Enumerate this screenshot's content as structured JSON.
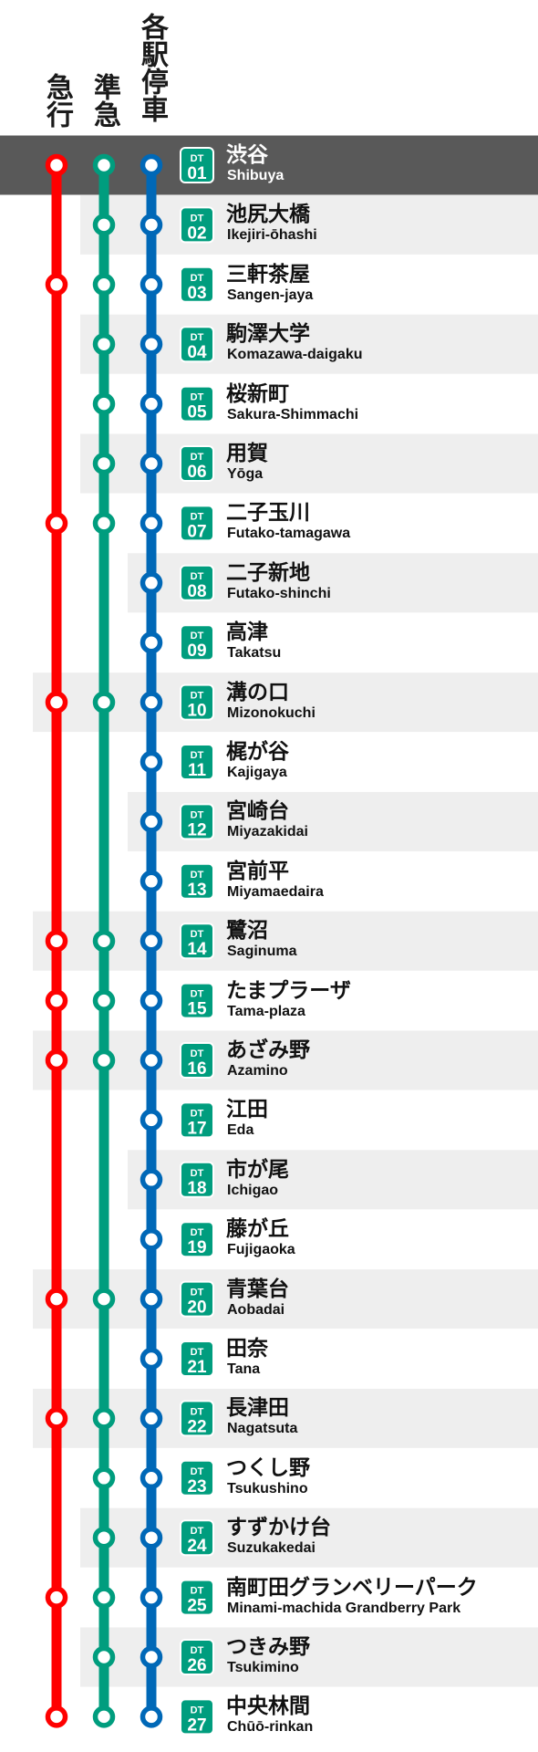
{
  "service_types": [
    {
      "label": "急行",
      "color": "#ff0000"
    },
    {
      "label": "準急",
      "color": "#009d7e"
    },
    {
      "label": "各駅停車",
      "color": "#0068b7"
    }
  ],
  "line_prefix": "DT",
  "stations": [
    {
      "code": "01",
      "ja": "渋谷",
      "en": "Shibuya",
      "stops": [
        true,
        true,
        true
      ]
    },
    {
      "code": "02",
      "ja": "池尻大橋",
      "en": "Ikejiri-ōhashi",
      "stops": [
        false,
        true,
        true
      ]
    },
    {
      "code": "03",
      "ja": "三軒茶屋",
      "en": "Sangen-jaya",
      "stops": [
        true,
        true,
        true
      ]
    },
    {
      "code": "04",
      "ja": "駒澤大学",
      "en": "Komazawa-daigaku",
      "stops": [
        false,
        true,
        true
      ]
    },
    {
      "code": "05",
      "ja": "桜新町",
      "en": "Sakura-Shimmachi",
      "stops": [
        false,
        true,
        true
      ]
    },
    {
      "code": "06",
      "ja": "用賀",
      "en": "Yōga",
      "stops": [
        false,
        true,
        true
      ]
    },
    {
      "code": "07",
      "ja": "二子玉川",
      "en": "Futako-tamagawa",
      "stops": [
        true,
        true,
        true
      ]
    },
    {
      "code": "08",
      "ja": "二子新地",
      "en": "Futako-shinchi",
      "stops": [
        false,
        false,
        true
      ]
    },
    {
      "code": "09",
      "ja": "高津",
      "en": "Takatsu",
      "stops": [
        false,
        false,
        true
      ]
    },
    {
      "code": "10",
      "ja": "溝の口",
      "en": "Mizonokuchi",
      "stops": [
        true,
        true,
        true
      ]
    },
    {
      "code": "11",
      "ja": "梶が谷",
      "en": "Kajigaya",
      "stops": [
        false,
        false,
        true
      ]
    },
    {
      "code": "12",
      "ja": "宮崎台",
      "en": "Miyazakidai",
      "stops": [
        false,
        false,
        true
      ]
    },
    {
      "code": "13",
      "ja": "宮前平",
      "en": "Miyamaedaira",
      "stops": [
        false,
        false,
        true
      ]
    },
    {
      "code": "14",
      "ja": "鷺沼",
      "en": "Saginuma",
      "stops": [
        true,
        true,
        true
      ]
    },
    {
      "code": "15",
      "ja": "たまプラーザ",
      "en": "Tama-plaza",
      "stops": [
        true,
        true,
        true
      ]
    },
    {
      "code": "16",
      "ja": "あざみ野",
      "en": "Azamino",
      "stops": [
        true,
        true,
        true
      ]
    },
    {
      "code": "17",
      "ja": "江田",
      "en": "Eda",
      "stops": [
        false,
        false,
        true
      ]
    },
    {
      "code": "18",
      "ja": "市が尾",
      "en": "Ichigao",
      "stops": [
        false,
        false,
        true
      ]
    },
    {
      "code": "19",
      "ja": "藤が丘",
      "en": "Fujigaoka",
      "stops": [
        false,
        false,
        true
      ]
    },
    {
      "code": "20",
      "ja": "青葉台",
      "en": "Aobadai",
      "stops": [
        true,
        true,
        true
      ]
    },
    {
      "code": "21",
      "ja": "田奈",
      "en": "Tana",
      "stops": [
        false,
        false,
        true
      ]
    },
    {
      "code": "22",
      "ja": "長津田",
      "en": "Nagatsuta",
      "stops": [
        true,
        true,
        true
      ]
    },
    {
      "code": "23",
      "ja": "つくし野",
      "en": "Tsukushino",
      "stops": [
        false,
        true,
        true
      ]
    },
    {
      "code": "24",
      "ja": "すずかけ台",
      "en": "Suzukakedai",
      "stops": [
        false,
        true,
        true
      ]
    },
    {
      "code": "25",
      "ja": "南町田グランベリーパーク",
      "en": "Minami-machida Grandberry Park",
      "stops": [
        true,
        true,
        true
      ]
    },
    {
      "code": "26",
      "ja": "つきみ野",
      "en": "Tsukimino",
      "stops": [
        false,
        true,
        true
      ]
    },
    {
      "code": "27",
      "ja": "中央林間",
      "en": "Chūō-rinkan",
      "stops": [
        true,
        true,
        true
      ]
    }
  ],
  "colors": {
    "badge": "#009d7e",
    "highlight_row": "#595959",
    "shade_row": "#eeeeee"
  }
}
